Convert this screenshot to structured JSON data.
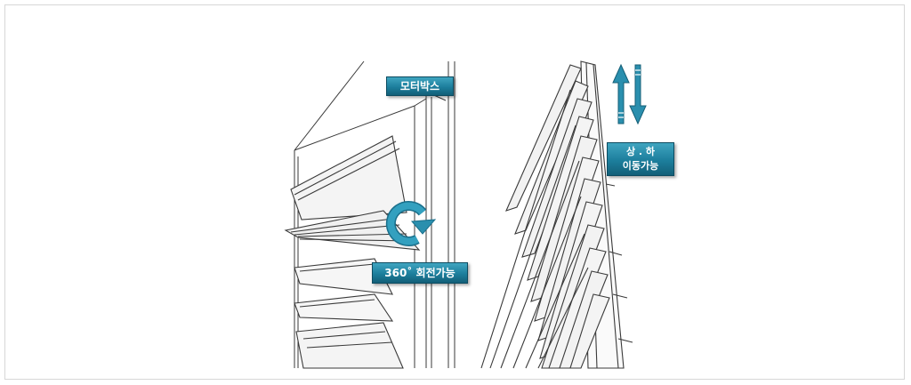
{
  "labels": {
    "motor_box": "모터박스",
    "rotation": "360˚ 회전가능",
    "updown_line1": "상 . 하",
    "updown_line2": "이동가능"
  },
  "colors": {
    "label_fill": "#1c7e9c",
    "arrow_fill": "#2a8fae",
    "line": "#333333"
  },
  "icons": {
    "rotation": "rotate-arrow-icon",
    "vertical": "up-down-arrows-icon"
  }
}
